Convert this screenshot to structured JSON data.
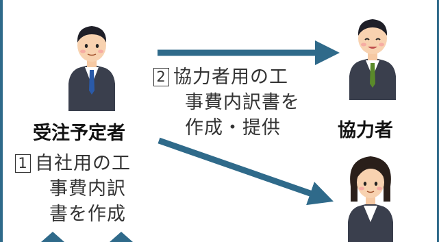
{
  "nodes": {
    "contractor": {
      "label": "受注予定者"
    },
    "partner": {
      "label": "協力者"
    }
  },
  "steps": {
    "step1": {
      "num": "1",
      "lines": [
        "自社用の工",
        "事費内訳",
        "書を作成"
      ]
    },
    "step2": {
      "num": "2",
      "lines": [
        "協力者用の工",
        "事費内訳書を",
        "作成・提供"
      ]
    }
  },
  "colors": {
    "arrow": "#2f6a8a",
    "frame": "#2f6a8a",
    "suit": "#3a3f4d",
    "tie_blue": "#2a5aa8",
    "tie_green": "#5a8a2a"
  }
}
